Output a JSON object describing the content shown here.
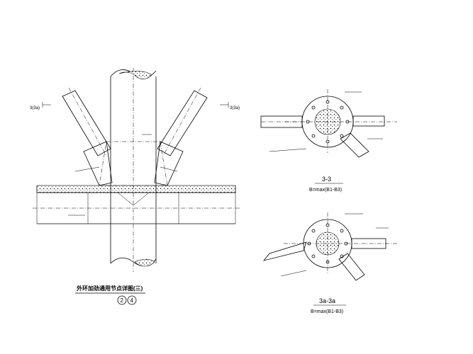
{
  "main_view": {
    "title": "外环加劲通用节点详图(三)",
    "ref_left": "2",
    "ref_right": "4",
    "mark_left": "3(3a)",
    "mark_right": "3(3a)"
  },
  "section_3": {
    "title": "3-3",
    "subtitle": "B=max(B1-B3)"
  },
  "section_3a": {
    "title": "3a-3a",
    "subtitle": "B=max(B1-B3)"
  }
}
